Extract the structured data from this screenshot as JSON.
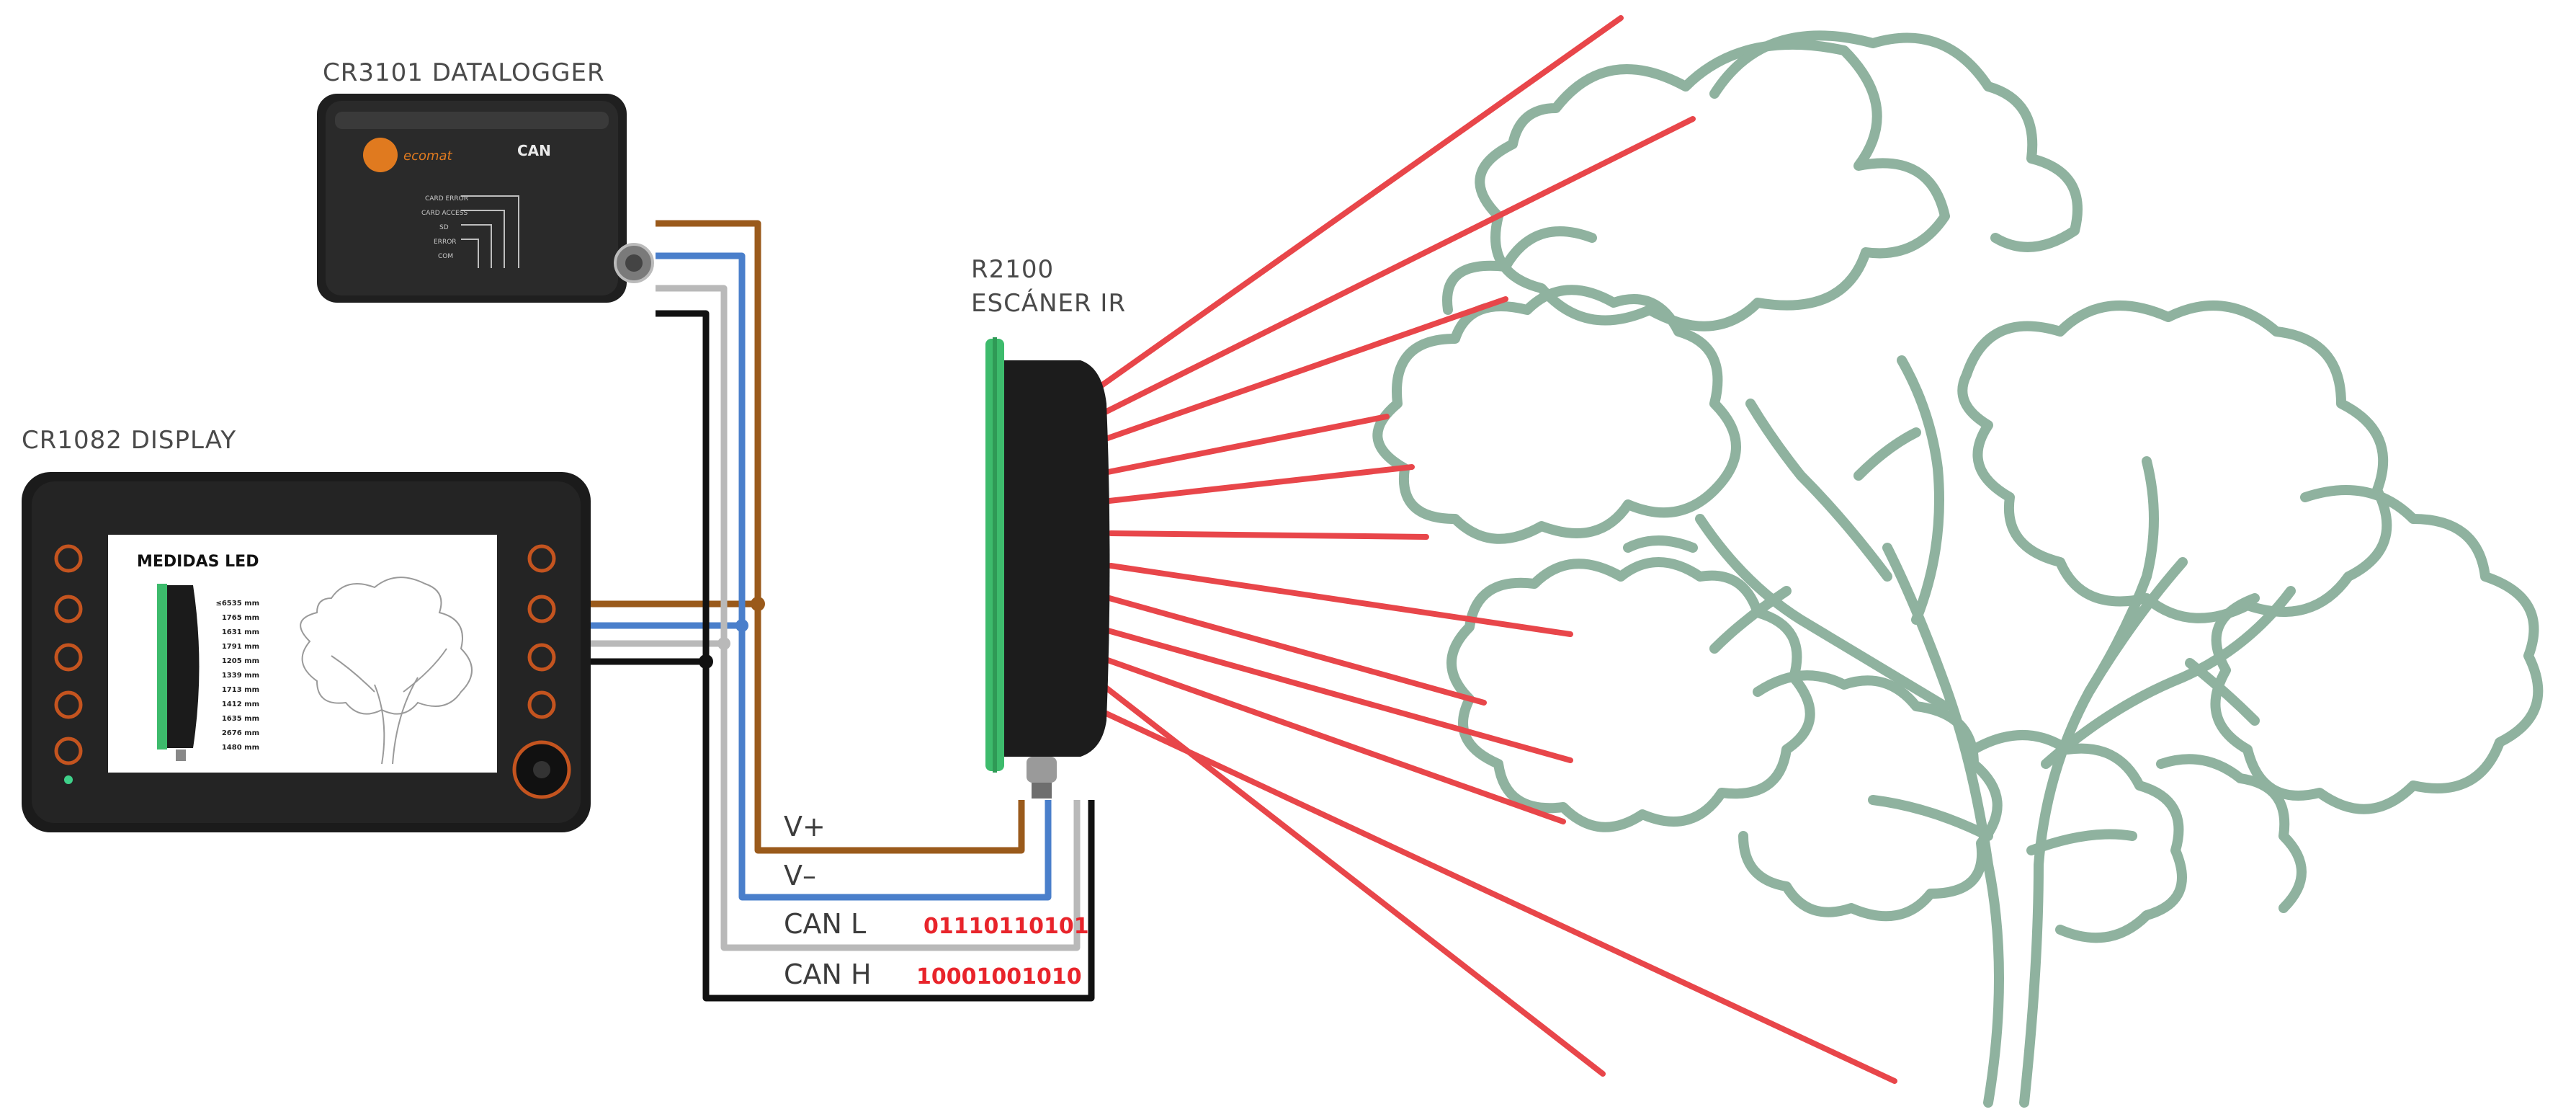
{
  "devices": {
    "datalogger": {
      "label": "CR3101  DATALOGGER",
      "brand": "ecomat",
      "bus": "CAN",
      "status_lines": [
        "CARD ERROR",
        "CARD ACCESS",
        "SD",
        "ERROR",
        "COM"
      ]
    },
    "display": {
      "label": "CR1082 DISPLAY",
      "screen_title": "MEDIDAS LED",
      "readings": [
        "≤6535 mm",
        "1765 mm",
        "1631 mm",
        "1791 mm",
        "1205 mm",
        "1339 mm",
        "1713 mm",
        "1412 mm",
        "1635 mm",
        "2676 mm",
        "1480 mm"
      ]
    },
    "scanner": {
      "label_line1": "R2100",
      "label_line2": "ESCÁNER IR"
    }
  },
  "wires": [
    {
      "label": "V+",
      "color": "#9a5a1b"
    },
    {
      "label": "V–",
      "color": "#4a7fcb"
    },
    {
      "label": "CAN L",
      "color": "#b9b9b9",
      "bits": "01110110101"
    },
    {
      "label": "CAN H",
      "color": "#111111",
      "bits": "10001001010"
    }
  ],
  "colors": {
    "beam": "#e8464a",
    "tree": "#8fb29f",
    "scanner_green": "#3dbb6c",
    "bits": "#e8242b"
  }
}
